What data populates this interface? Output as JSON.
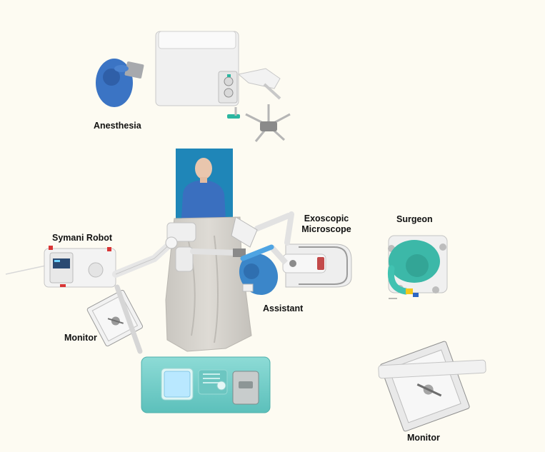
{
  "labels": {
    "anesthesia": "Anesthesia",
    "symani_robot": "Symani Robot",
    "exoscopic_line1": "Exoscopic",
    "exoscopic_line2": "Microscope",
    "surgeon": "Surgeon",
    "assistant": "Assistant",
    "monitor_left": "Monitor",
    "monitor_right": "Monitor"
  },
  "colors": {
    "background": "#fdfbf2",
    "drape": "#d6d3cd",
    "table_blue": "#1f86b8",
    "scrubs_blue": "#3a6fbf",
    "surgeon_teal": "#3cb8a8",
    "instrument_tray": "#76d0cc",
    "equipment_white": "#eeeeee",
    "label_text": "#111111"
  }
}
